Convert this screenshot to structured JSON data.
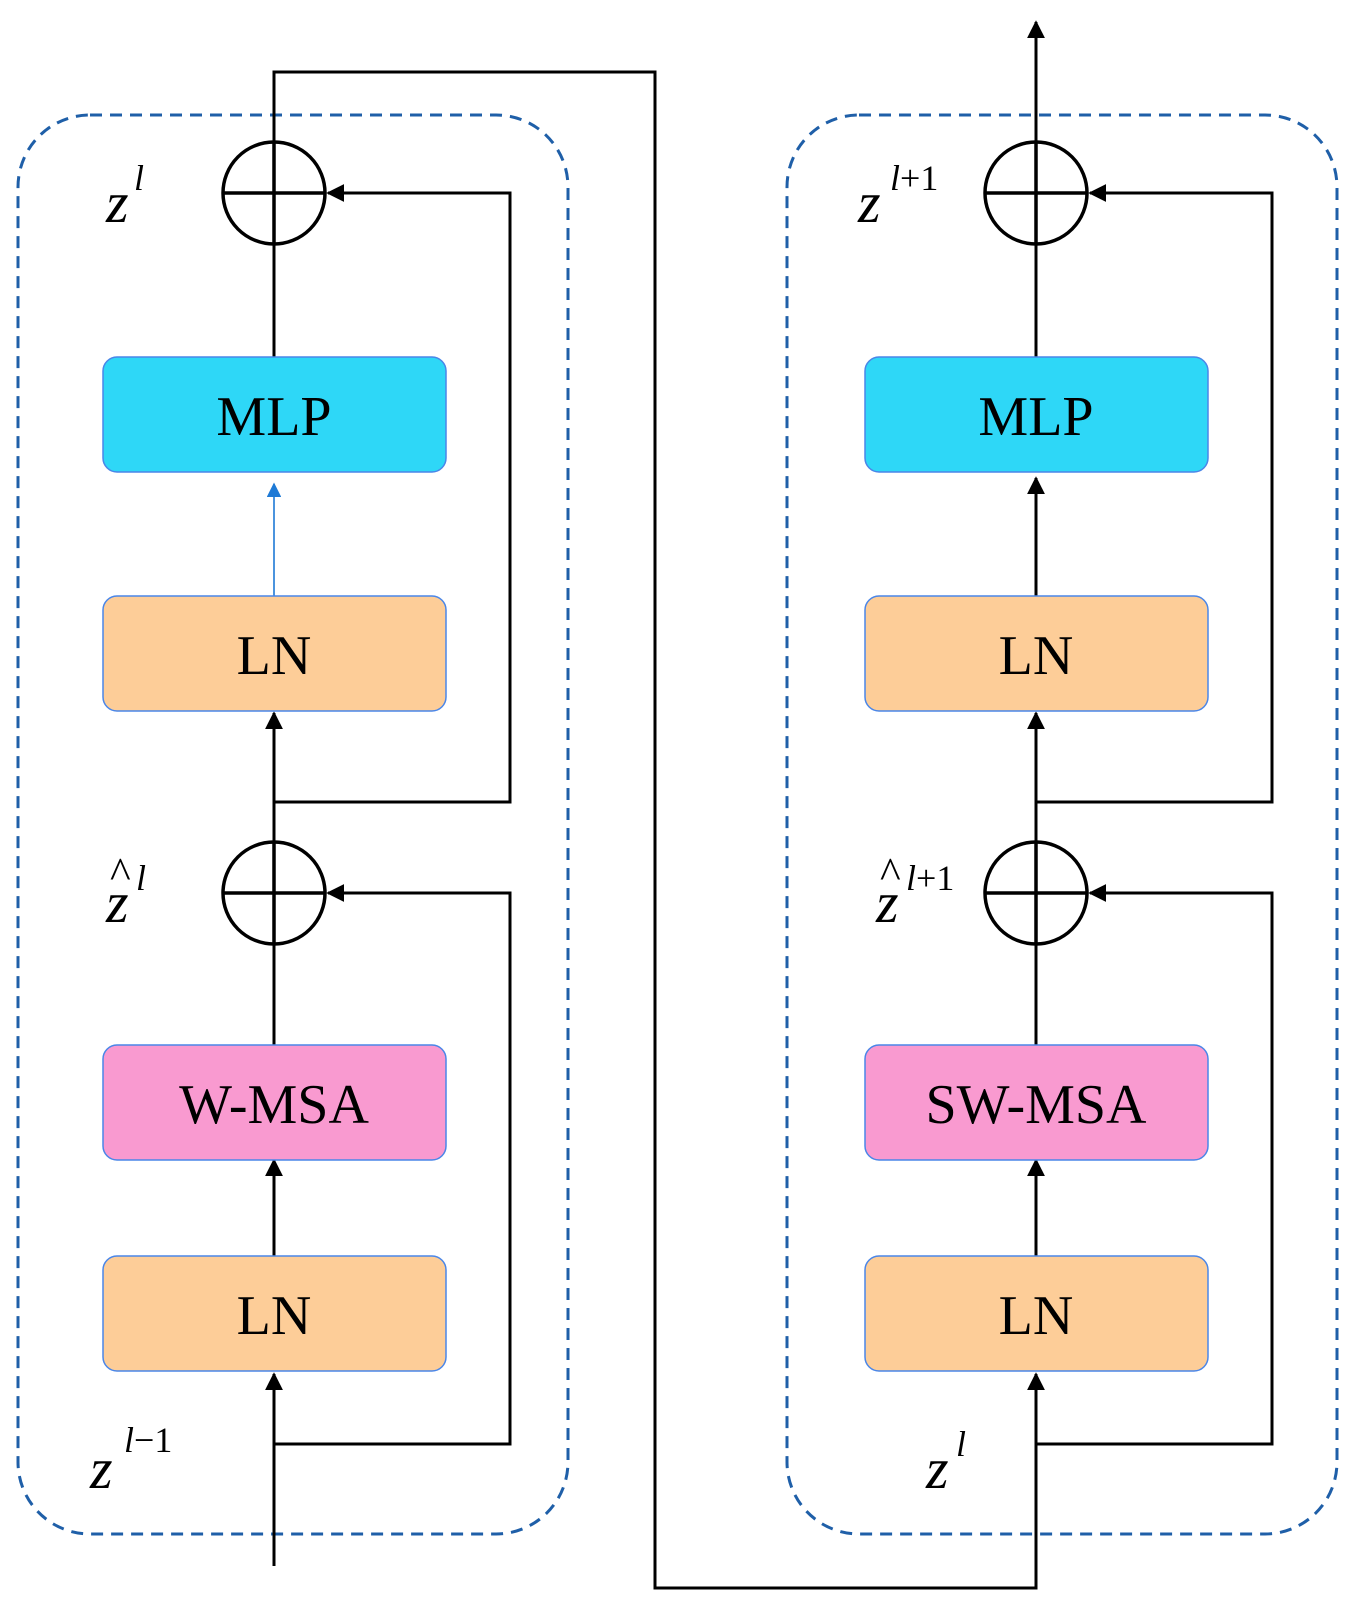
{
  "colors": {
    "mlp": "#2ed7f7",
    "ln": "#fdcd98",
    "msa": "#f99ad0",
    "box_border": "#4a86e8",
    "dashed_border": "#1f5fa8",
    "line": "#000000",
    "blue_arrow": "#1e7ad6"
  },
  "left_block": {
    "mlp_label": "MLP",
    "ln_top_label": "LN",
    "msa_label": "W-MSA",
    "ln_bottom_label": "LN",
    "z_out": {
      "base": "z",
      "sup": "l"
    },
    "z_hat": {
      "base": "z",
      "sup": "l",
      "hat": "^"
    },
    "z_in": {
      "base": "z",
      "sup_italic": "l",
      "sup_rest": "−1"
    }
  },
  "right_block": {
    "mlp_label": "MLP",
    "ln_top_label": "LN",
    "msa_label": "SW-MSA",
    "ln_bottom_label": "LN",
    "z_out": {
      "base": "z",
      "sup_italic": "l",
      "sup_rest": "+1"
    },
    "z_hat": {
      "base": "z",
      "sup_italic": "l",
      "sup_rest": "+1",
      "hat": "^"
    },
    "z_in": {
      "base": "z",
      "sup": "l"
    }
  }
}
